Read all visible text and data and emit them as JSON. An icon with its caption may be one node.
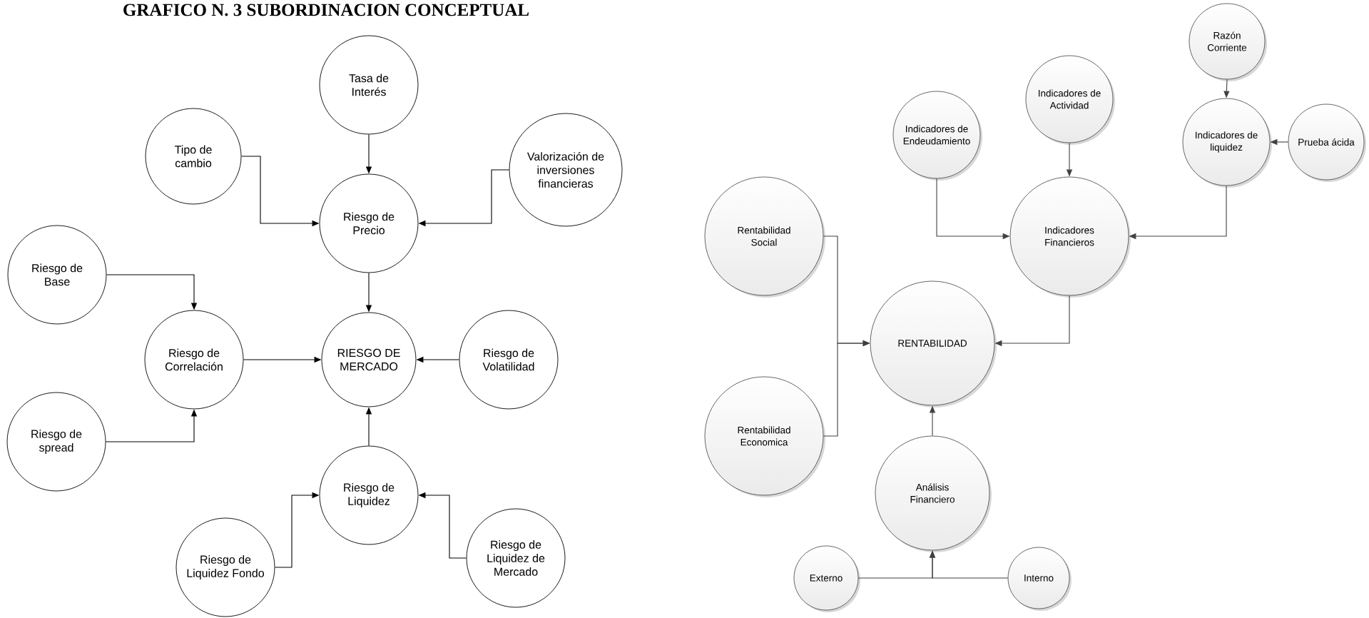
{
  "diagram": {
    "title": "GRAFICO N. 3 SUBORDINACION CONCEPTUAL",
    "nodes": [
      {
        "text": [
          "Tasa de Interés"
        ]
      },
      {
        "text": [
          "Tipo de cambio"
        ]
      },
      {
        "text": [
          "Valorización de inversiones financieras"
        ]
      },
      {
        "text": [
          "Riesgo de Precio"
        ]
      },
      {
        "text": [
          "Riesgo de Base"
        ]
      },
      {
        "text": [
          "Riesgo de Correlación"
        ]
      },
      {
        "text": [
          "RIESGO DE MERCADO"
        ]
      },
      {
        "text": [
          "Riesgo de Volatilidad"
        ]
      },
      {
        "text": [
          "Riesgo de spread"
        ]
      },
      {
        "text": [
          "Riesgo de Liquidez"
        ]
      },
      {
        "text": [
          "Riesgo de Liquidez Fondo"
        ]
      },
      {
        "text": [
          "Riesgo de Liquidez de Mercado"
        ]
      },
      {
        "text": [
          "Razón Corriente"
        ]
      },
      {
        "text": [
          "Indicadores de Actividad"
        ]
      },
      {
        "text": [
          "Indicadores de Endeudamiento"
        ]
      },
      {
        "text": [
          "Indicadores de liquidez"
        ]
      },
      {
        "text": [
          "Prueba ácida"
        ]
      },
      {
        "text": [
          "Rentabilidad Social"
        ]
      },
      {
        "text": [
          "Indicadores Financieros"
        ]
      },
      {
        "text": [
          "RENTABILIDAD"
        ]
      },
      {
        "text": [
          "Rentabilidad Economica"
        ]
      },
      {
        "text": [
          "Análisis Financiero"
        ]
      },
      {
        "text": [
          "Externo"
        ]
      },
      {
        "text": [
          "Interno"
        ]
      }
    ],
    "edges": [
      {
        "from": 0,
        "to": 3,
        "arrow": "to"
      },
      {
        "from": 1,
        "to": 3,
        "arrow": "to"
      },
      {
        "from": 2,
        "to": 3,
        "arrow": "to"
      },
      {
        "from": 3,
        "to": 6,
        "arrow": "to"
      },
      {
        "from": 4,
        "to": 5,
        "arrow": "to"
      },
      {
        "from": 5,
        "to": 6,
        "arrow": "to"
      },
      {
        "from": 8,
        "to": 5,
        "arrow": "to"
      },
      {
        "from": 7,
        "to": 6,
        "arrow": "to"
      },
      {
        "from": 9,
        "to": 6,
        "arrow": "to"
      },
      {
        "from": 10,
        "to": 9,
        "arrow": "to"
      },
      {
        "from": 11,
        "to": 9,
        "arrow": "to"
      },
      {
        "from": 12,
        "to": 15,
        "arrow": "to",
        "color": "#404040"
      },
      {
        "from": 16,
        "to": 15,
        "arrow": "to",
        "color": "#404040"
      },
      {
        "from": 13,
        "to": 18,
        "arrow": "to",
        "color": "#404040"
      },
      {
        "from": 14,
        "to": 18,
        "arrow": "to",
        "color": "#404040"
      },
      {
        "from": 15,
        "to": 18,
        "arrow": "to",
        "color": "#404040"
      },
      {
        "from": 18,
        "to": 19,
        "arrow": "to",
        "color": "#404040"
      },
      {
        "from": 17,
        "to": 19,
        "arrow": "to",
        "color": "#404040"
      },
      {
        "from": 20,
        "to": 19,
        "arrow": "to",
        "color": "#404040"
      },
      {
        "from": 22,
        "to": 21,
        "arrow": "to",
        "color": "#404040"
      },
      {
        "from": 23,
        "to": 21,
        "arrow": "to",
        "color": "#404040"
      },
      {
        "from": 21,
        "to": 19,
        "arrow": "to",
        "color": "#404040"
      }
    ]
  }
}
